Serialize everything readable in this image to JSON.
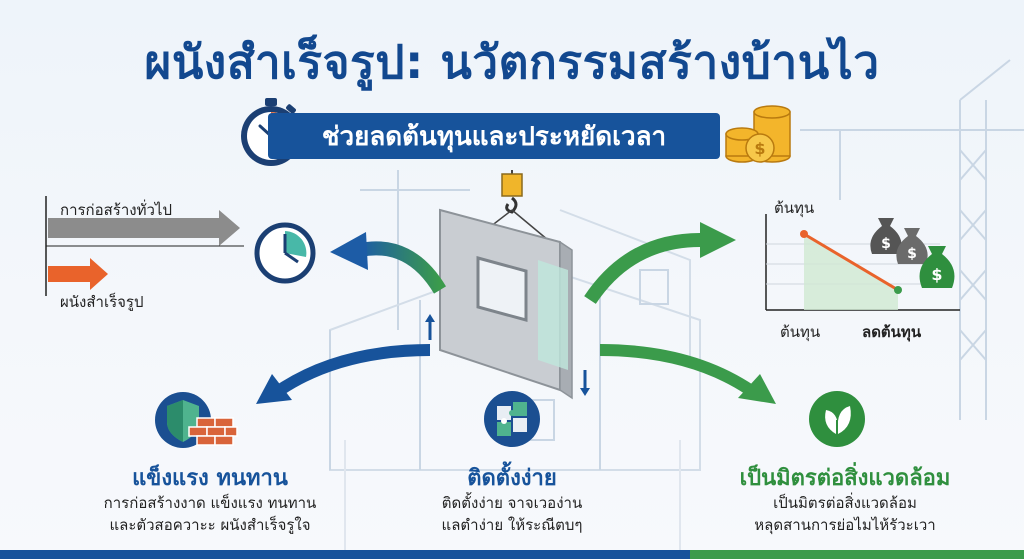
{
  "header": {
    "title": "ผนังสำเร็จรูป: นวัตกรรมสร้างบ้านไว",
    "banner": "ช่วยลดต้นทุนและประหยัดเวลา"
  },
  "time_compare": {
    "conventional": "การก่อสร้างทั่วไป",
    "prefab": "ผนังสำเร็จรูป"
  },
  "cost_chart": {
    "ylabel": "ต้นทุน",
    "x_start": "ต้นทุน",
    "x_end": "ลดต้นทุน"
  },
  "features": [
    {
      "title": "แข็งแรง ทนทาน",
      "desc1": "การก่อสร้างงาด แข็งแรง ทนทาน",
      "desc2": "และตัวสอควาะะ ผนังสำเร็จรูใจ"
    },
    {
      "title": "ติดตั้งง่าย",
      "desc1": "ติดตั้งง่าย จาจเวอง่าน",
      "desc2": "แลตำง่าย ให้ระณีตบๆ"
    },
    {
      "title": "เป็นมิตรต่อสิ่งแวดล้อม",
      "desc1": "เป็นมิตรต่อสิ่งแวดล้อม",
      "desc2": "หลุดสานการย่อไมไห้รัวะเวา"
    }
  ],
  "colors": {
    "primary_blue": "#12488f",
    "accent_green": "#3b9b4b",
    "accent_orange": "#e9632b",
    "arrow_gray": "#8c8c8c"
  }
}
